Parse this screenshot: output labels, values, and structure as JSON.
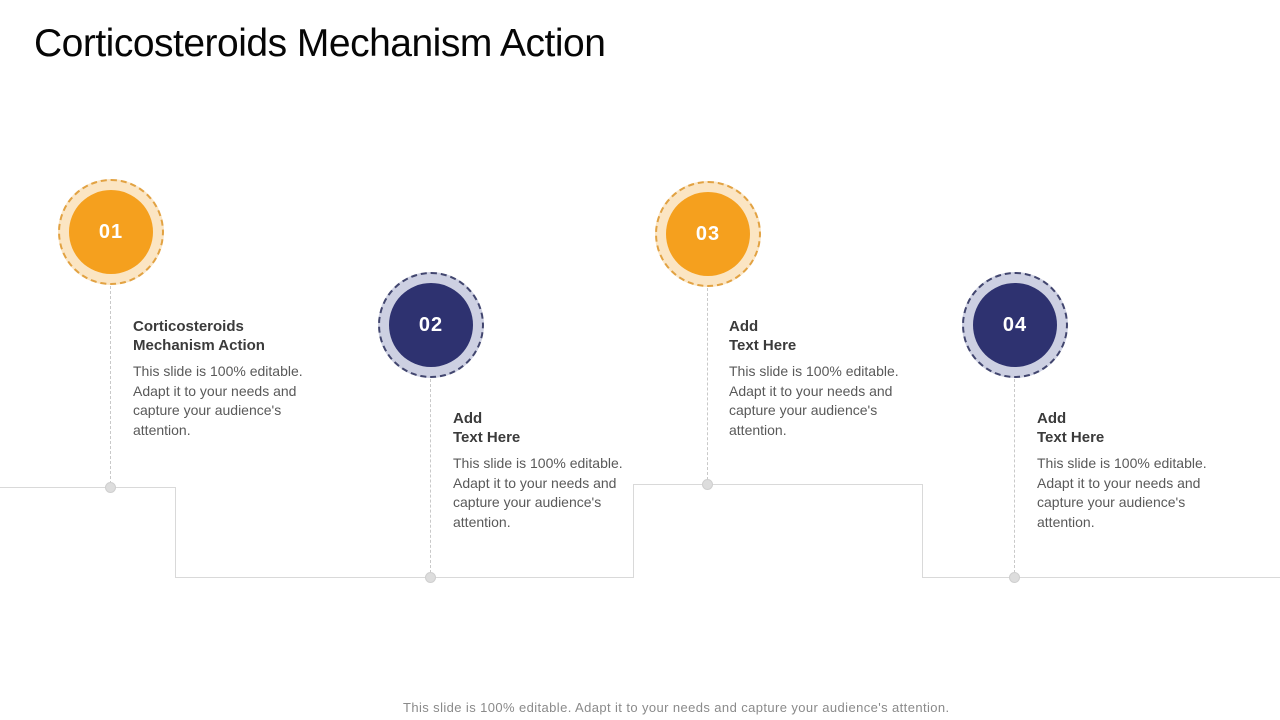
{
  "slide": {
    "title": "Corticosteroids Mechanism Action",
    "footer": "This slide is 100% editable. Adapt it to your needs and capture your audience's attention."
  },
  "colors": {
    "orange_circle": "#f5a01e",
    "orange_halo": "#fbe5c3",
    "orange_dash_border": "#e2a242",
    "navy_circle": "#2e3270",
    "navy_halo": "#cdd0e2",
    "navy_dash_border": "#42466f",
    "timeline_line": "#d9d9d9",
    "heading_text": "#3b3b3b",
    "body_text": "#595959",
    "footer_text": "#8a8a8a"
  },
  "milestones": [
    {
      "number": "01",
      "theme": "orange",
      "heading_line1": "Corticosteroids",
      "heading_line2": "Mechanism Action",
      "body": "This slide is 100% editable. Adapt it to your needs and capture your audience's attention."
    },
    {
      "number": "02",
      "theme": "navy",
      "heading_line1": "Add",
      "heading_line2": "Text Here",
      "body": "This slide is 100% editable. Adapt it to your needs and capture your audience's attention."
    },
    {
      "number": "03",
      "theme": "orange",
      "heading_line1": "Add",
      "heading_line2": "Text Here",
      "body": "This slide is 100% editable. Adapt it to your needs and capture your audience's attention."
    },
    {
      "number": "04",
      "theme": "navy",
      "heading_line1": "Add",
      "heading_line2": "Text Here",
      "body": "This slide is 100% editable. Adapt it to your needs and capture your audience's attention."
    }
  ]
}
